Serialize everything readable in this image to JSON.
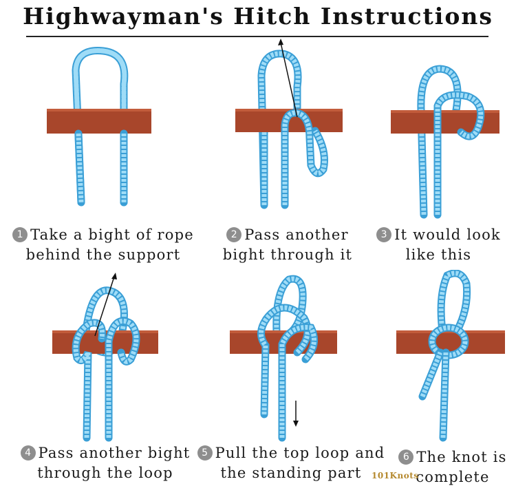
{
  "title": "Highwayman's Hitch Instructions",
  "colors": {
    "rope": "#6ec7ef",
    "rope_edge": "#3a9fd6",
    "support": "#a8462b",
    "badge": "#8e8e8e"
  },
  "steps": [
    {
      "number": "1",
      "line1": "Take a bight of rope",
      "line2": "behind the support"
    },
    {
      "number": "2",
      "line1": "Pass another",
      "line2": "bight through it"
    },
    {
      "number": "3",
      "line1": "It would look",
      "line2": "like this"
    },
    {
      "number": "4",
      "line1": "Pass another bight",
      "line2": "through the loop"
    },
    {
      "number": "5",
      "line1": "Pull the top loop and",
      "line2": "the standing part"
    },
    {
      "number": "6",
      "line1": "The knot is",
      "line2": "complete"
    }
  ],
  "brand": "101Knots"
}
